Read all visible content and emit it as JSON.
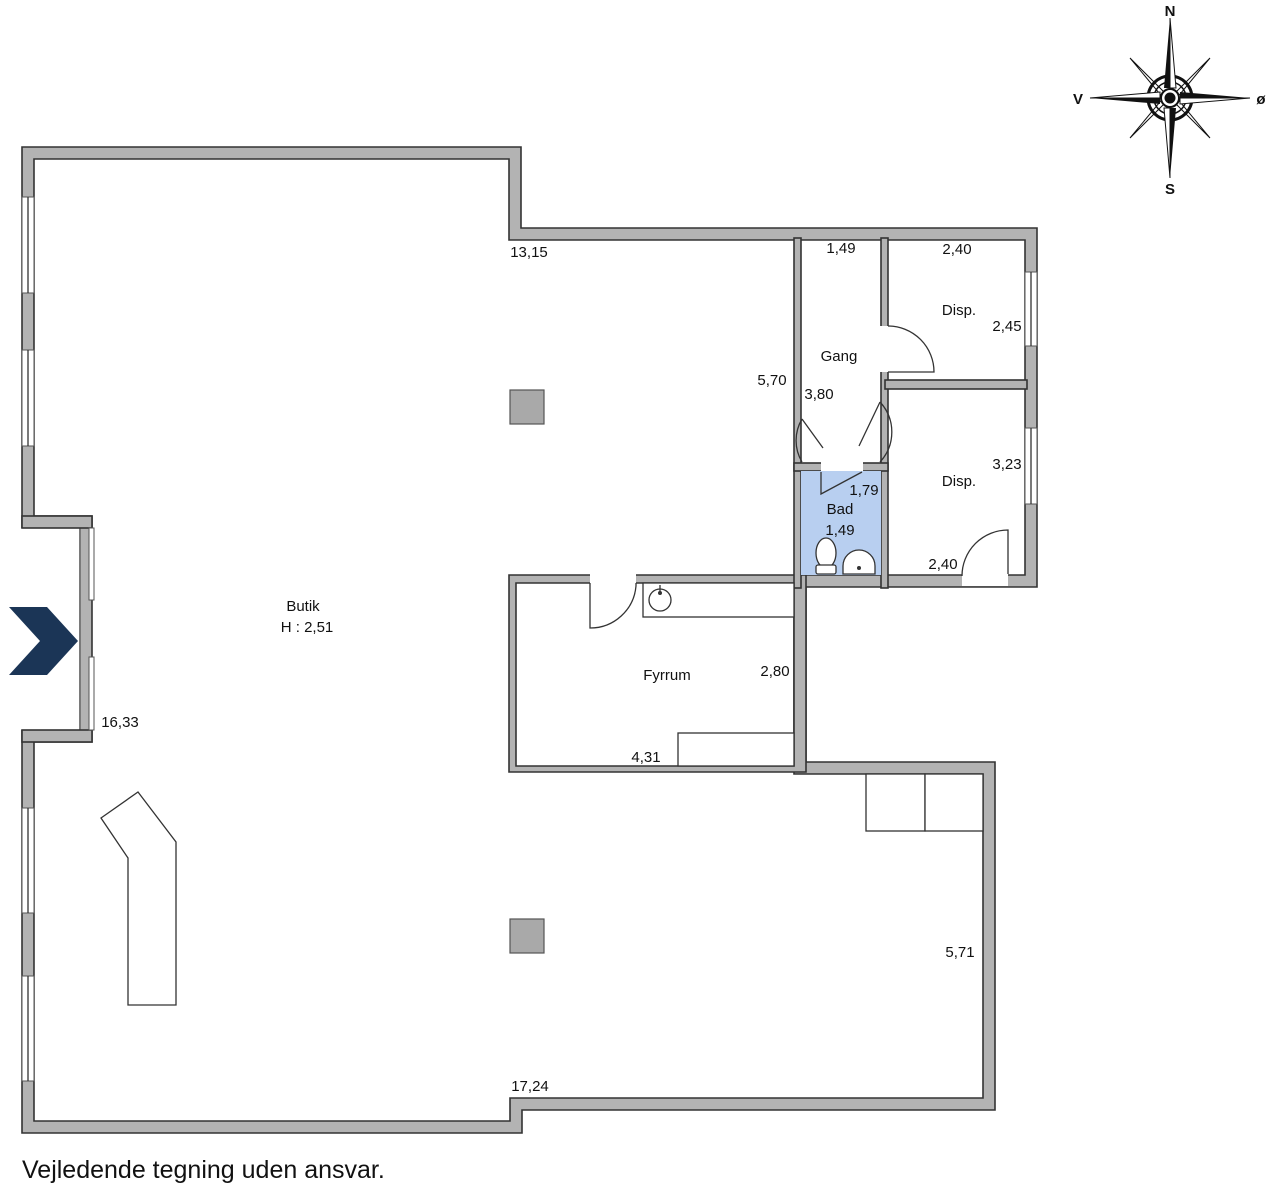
{
  "rooms": {
    "butik": {
      "name": "Butik",
      "height": "H : 2,51"
    },
    "gang": {
      "name": "Gang"
    },
    "disp_upper": {
      "name": "Disp."
    },
    "disp_lower": {
      "name": "Disp."
    },
    "bad": {
      "name": "Bad",
      "size": "1,49"
    },
    "fyrrum": {
      "name": "Fyrrum"
    }
  },
  "dimensions": {
    "butik_top": "13,15",
    "butik_left": "16,33",
    "butik_right_upper": "5,70",
    "butik_right_lower": "5,71",
    "butik_bottom": "17,24",
    "gang_width": "1,49",
    "gang_length": "3,80",
    "disp_upper_width": "2,40",
    "disp_upper_depth": "2,45",
    "disp_lower_depth": "3,23",
    "disp_lower_width": "2,40",
    "bad_width": "1,79",
    "fyrrum_depth": "2,80",
    "fyrrum_width": "4,31"
  },
  "compass": {
    "north": "N",
    "south": "S",
    "west": "V",
    "east": "ø"
  },
  "entrance": {
    "icon": "entrance-arrow-icon",
    "color": "#1b3556"
  },
  "colors": {
    "bathroom": "#b8cff0",
    "wall": "#b3b3b3"
  },
  "footer": {
    "disclaimer": "Vejledende tegning uden ansvar."
  }
}
